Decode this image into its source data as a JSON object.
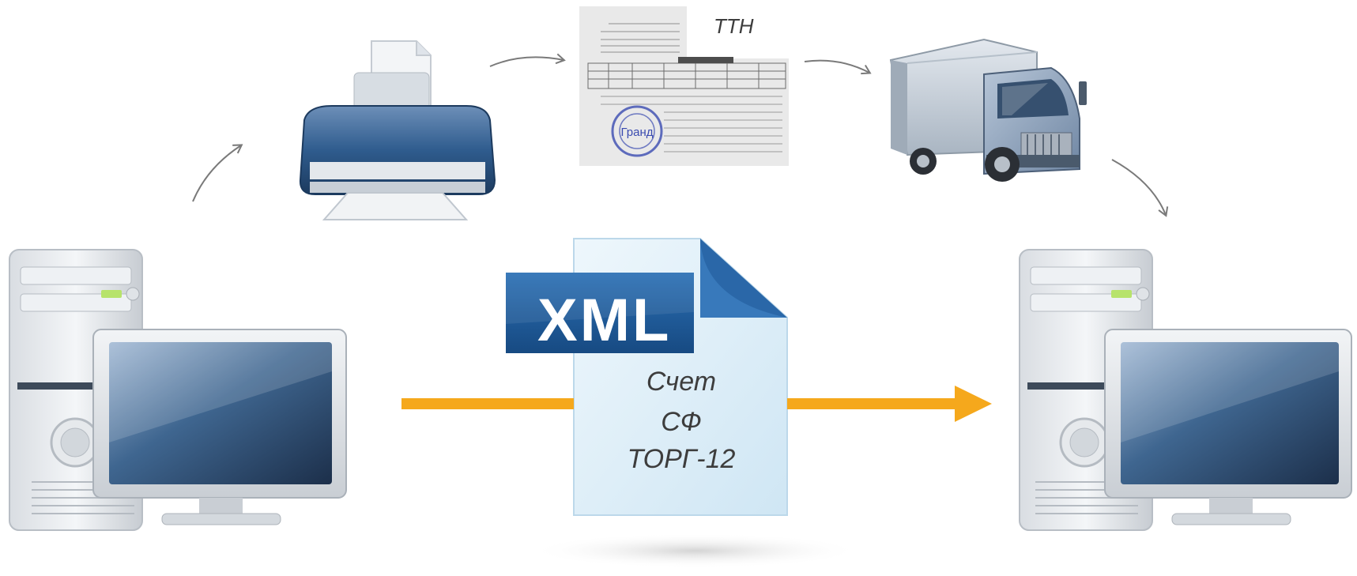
{
  "labels": {
    "waybill": "ТТН",
    "xml_badge": "XML",
    "doc_lines": [
      "Счет",
      "СФ",
      "ТОРГ-12"
    ],
    "stamp_text": "Гранд"
  },
  "colors": {
    "arrow_main": "#F5A81C",
    "arrow_curved": "#7a7a7a",
    "xml_badge": "#1F5B9C",
    "doc_fill": "#E3F1FA",
    "printer_body": "#2F5C8E",
    "truck_cargo": "#C9D2DC",
    "truck_cab": "#8FA3BD",
    "stamp": "#3A4BB0"
  },
  "icons": [
    "computer-tower-icon",
    "monitor-icon",
    "printer-icon",
    "paper-document-icon",
    "truck-icon",
    "xml-file-icon"
  ]
}
